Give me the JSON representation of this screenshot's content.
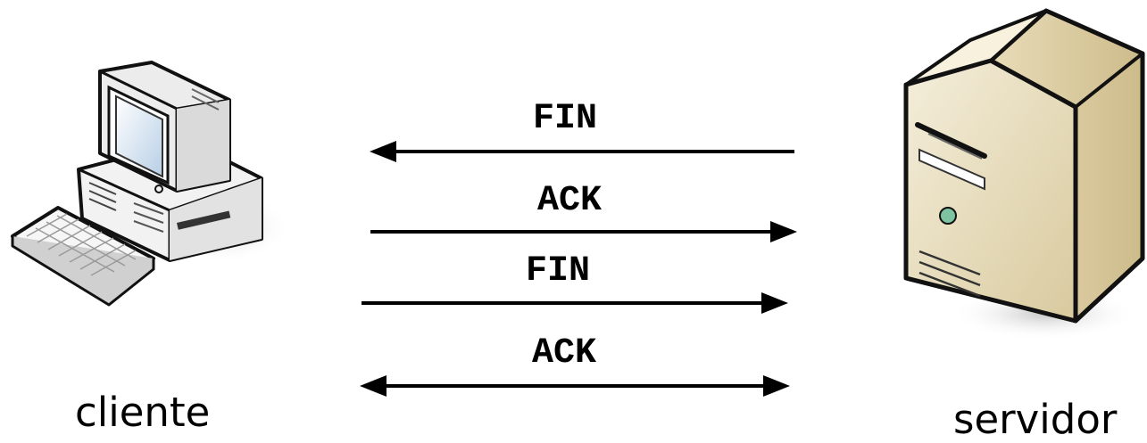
{
  "nodes": {
    "client": {
      "label": "cliente",
      "icon": "desktop-computer-icon"
    },
    "server": {
      "label": "servidor",
      "icon": "tower-server-icon"
    }
  },
  "messages": [
    {
      "label": "FIN",
      "direction": "servidor → cliente"
    },
    {
      "label": "ACK",
      "direction": "cliente → servidor"
    },
    {
      "label": "FIN",
      "direction": "cliente → servidor"
    },
    {
      "label": "ACK",
      "direction": "bidirectional"
    }
  ],
  "colors": {
    "arrow": "#000000",
    "text": "#000000",
    "server_body": "#e6dcbc",
    "computer_body": "#f2f2f2",
    "screen": "#d6e6f4",
    "led": "#7fc4a0"
  }
}
